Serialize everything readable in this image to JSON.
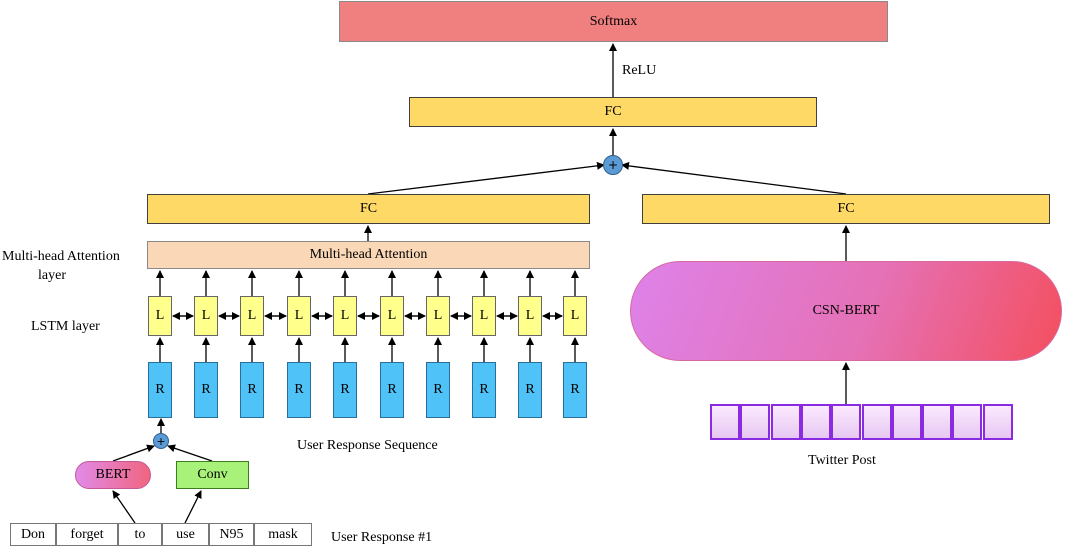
{
  "softmax": "Softmax",
  "relu": "ReLU",
  "fc_label": "FC",
  "mha_box": "Multi-head Attention",
  "mha_layer_label_line1": "Multi-head Attention",
  "mha_layer_label_line2": "layer",
  "lstm_layer_label": "LSTM layer",
  "lstm_cells": [
    "L",
    "L",
    "L",
    "L",
    "L",
    "L",
    "L",
    "L",
    "L",
    "L"
  ],
  "response_cells": [
    "R",
    "R",
    "R",
    "R",
    "R",
    "R",
    "R",
    "R",
    "R",
    "R"
  ],
  "plus": "+",
  "user_response_sequence": "User Response  Sequence",
  "bert": "BERT",
  "conv": "Conv",
  "words": [
    "Don",
    "forget",
    "to",
    "use",
    "N95",
    "mask"
  ],
  "user_response": "User Response #1",
  "csn_bert": "CSN-BERT",
  "twitter_post": "Twitter Post",
  "colors": {
    "softmax": "#f07f7f",
    "fc": "#ffd966",
    "mha": "#fad8b7",
    "lstm": "#ffff8c",
    "r_cell": "#4fc3f7",
    "conv": "#a8f279",
    "plus": "#5b9bd5",
    "tweet_border": "#8a2be2"
  }
}
